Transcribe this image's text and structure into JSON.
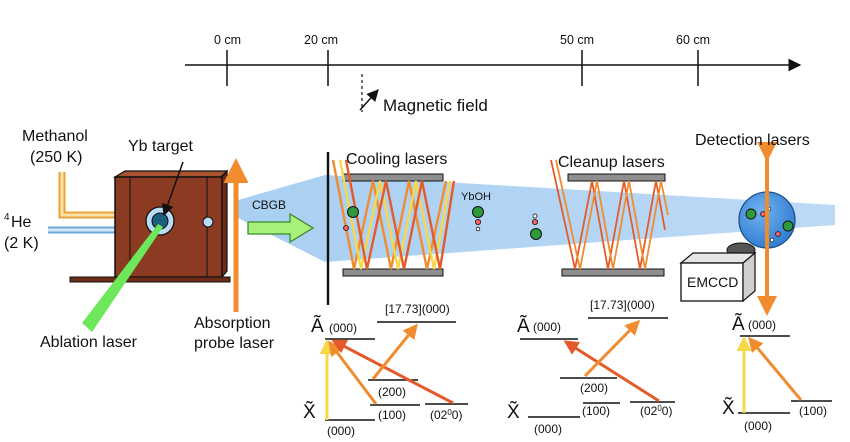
{
  "axis": {
    "ticks": [
      {
        "label": "0 cm"
      },
      {
        "label": "20 cm"
      },
      {
        "label": "50 cm"
      },
      {
        "label": "60 cm"
      }
    ]
  },
  "labels": {
    "magnetic_field": "Magnetic field",
    "methanol": "Methanol",
    "methanol_temp": "(250 K)",
    "yb_target": "Yb target",
    "he_sup": "4",
    "he": "He",
    "he_temp": "(2 K)",
    "cbgb": "CBGB",
    "ablation_laser": "Ablation laser",
    "absorption_line1": "Absorption",
    "absorption_line2": "probe laser",
    "cooling_lasers": "Cooling lasers",
    "cleanup_lasers": "Cleanup lasers",
    "detection_lasers": "Detection lasers",
    "ybo_h": "YbOH",
    "emccd": "EMCCD"
  },
  "levels": {
    "A_symbol": "Ã",
    "X_symbol": "X̃",
    "A000": "(000)",
    "X000": "(000)",
    "s100": "(100)",
    "s200": "(200)",
    "s0200_base": "(02",
    "s0200_sup": "0",
    "s0200_end": "0)",
    "upper_label": "[17.73](000)"
  },
  "colors": {
    "beam": "#b9d9f5",
    "laser_orange": "#f08c2e",
    "laser_yellow": "#f7d84a",
    "laser_red": "#e45a2a",
    "chamber": "#8a3b21",
    "gas_line": "#e8a33a",
    "he_line": "#6aa8d8",
    "ablation": "#6de85a",
    "mirror": "#8f8f8f",
    "detect_sphere": "#3d8de0"
  }
}
